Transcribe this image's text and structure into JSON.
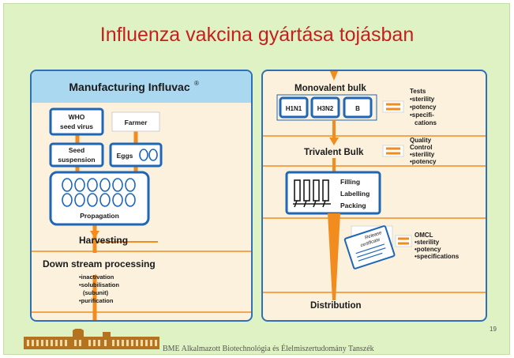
{
  "slide": {
    "title": "Influenza vakcina gyártása tojásban",
    "footer": "BME Alkalmazott Biotechnológia és Élelmiszertudomány Tanszék",
    "page_number": "19"
  },
  "left_panel": {
    "header": "Manufacturing Influvac",
    "who_box": [
      "WHO",
      "seed virus"
    ],
    "farmer": "Farmer",
    "seed_box": [
      "Seed",
      "suspension"
    ],
    "eggs": "Eggs",
    "propagation": "Propagation",
    "harvesting": "Harvesting",
    "downstream": "Down stream processing",
    "downstream_items": [
      "•inactivation",
      "•solubilisation",
      "(subunit)",
      "•purification"
    ]
  },
  "right_panel": {
    "monovalent": "Monovalent bulk",
    "strains": [
      "H1N1",
      "H3N2",
      "B"
    ],
    "tests": [
      "Tests",
      "•sterility",
      "•potency",
      "•specifi-",
      "cations"
    ],
    "trivalent": "Trivalent Bulk",
    "qc": [
      "Quality",
      "Control",
      "•sterility",
      "•potency"
    ],
    "filling": [
      "Filling",
      "Labelling",
      "Packing"
    ],
    "certificate": [
      "Release",
      "certificate"
    ],
    "omcl": [
      "OMCL",
      "•sterility",
      "•potency",
      "•specifications"
    ],
    "distribution": "Distribution"
  },
  "colors": {
    "slide_bg": "#dff2c4",
    "title": "#c71e1e",
    "panel_border": "#2f6fb7",
    "panel_bg": "#fbf1dd",
    "flow_orange": "#f28c1e",
    "box_blue": "#1f66b5",
    "header_bg": "#a9d8f0"
  }
}
